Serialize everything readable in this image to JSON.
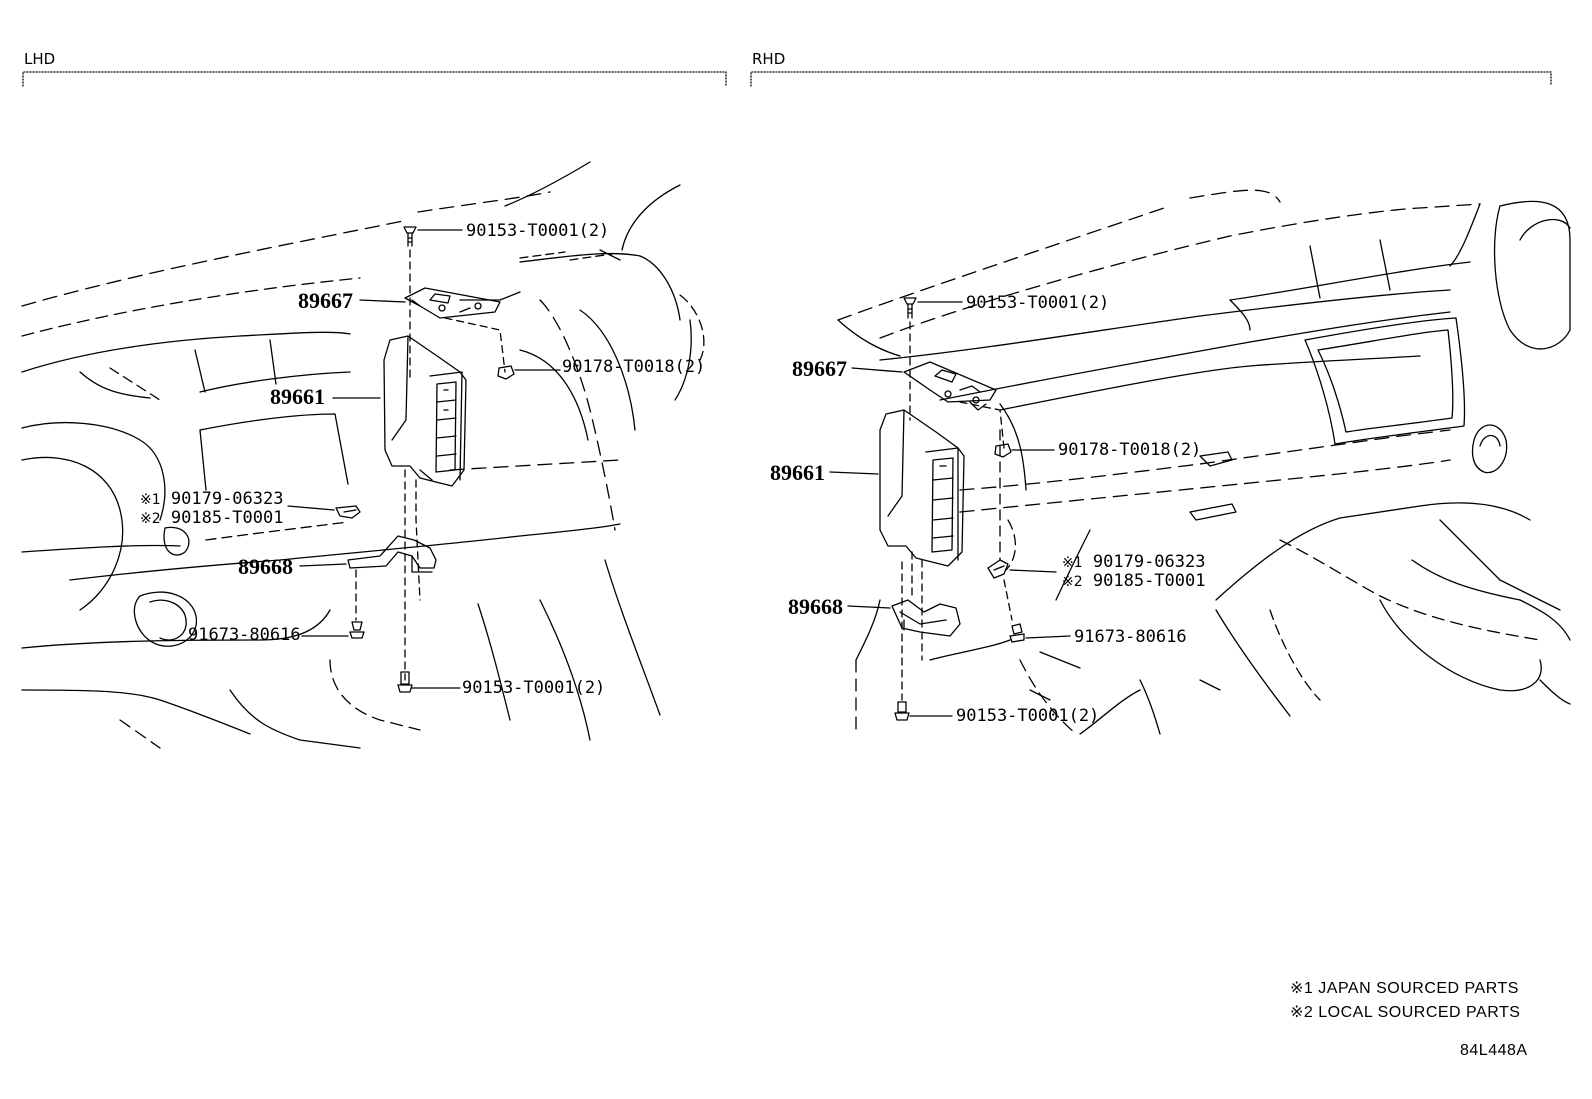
{
  "sections": {
    "left": "LHD",
    "right": "RHD"
  },
  "lhd": {
    "bolt_top": "90153-T0001(2)",
    "bracket_upper_num": "89667",
    "nut": "90178-T0018(2)",
    "ecu_num": "89661",
    "clip_1_mark": "※1",
    "clip_1": "90179-06323",
    "clip_2_mark": "※2",
    "clip_2": "90185-T0001",
    "bracket_lower_num": "89668",
    "screw": "91673-80616",
    "bolt_bottom": "90153-T0001(2)"
  },
  "rhd": {
    "bolt_top": "90153-T0001(2)",
    "bracket_upper_num": "89667",
    "nut": "90178-T0018(2)",
    "ecu_num": "89661",
    "clip_1_mark": "※1",
    "clip_1": "90179-06323",
    "clip_2_mark": "※2",
    "clip_2": "90185-T0001",
    "bracket_lower_num": "89668",
    "screw": "91673-80616",
    "bolt_bottom": "90153-T0001(2)"
  },
  "notes": [
    {
      "mark": "※1",
      "text": "JAPAN SOURCED PARTS"
    },
    {
      "mark": "※2",
      "text": "LOCAL SOURCED PARTS"
    }
  ],
  "figure_id": "84L448A"
}
